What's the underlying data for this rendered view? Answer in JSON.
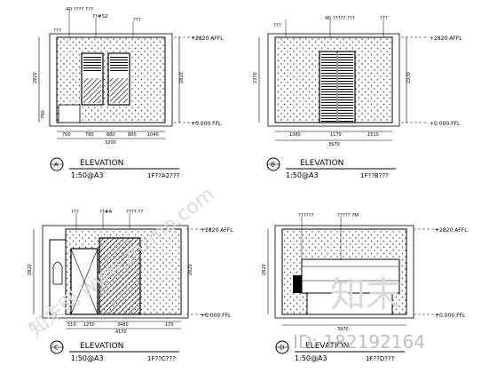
{
  "panels": [
    {
      "marker": "A",
      "title": "ELEVATION",
      "scale": "1:50@A3",
      "ref": "1F??A2???",
      "levels": [
        "+2820 AFFL",
        "+0.000 FFL"
      ],
      "dims": [
        "700",
        "780",
        "880",
        "800",
        "1040",
        "3200"
      ],
      "v_dims": [
        "2820",
        "2820",
        "790"
      ],
      "callouts": [
        "40 ???? ???",
        "??#S2",
        "???",
        "???"
      ]
    },
    {
      "marker": "B",
      "title": "ELEVATION",
      "scale": "1:50@A3",
      "ref": "1F??B???",
      "levels": [
        "+2820 AFFL",
        "+0.000 FFL"
      ],
      "dims": [
        "1360",
        "1170",
        "1510",
        "3970"
      ],
      "v_dims": [
        "2370",
        "2370"
      ],
      "callouts": [
        "40 ????? ???",
        "???",
        "???"
      ]
    },
    {
      "marker": "C",
      "title": "ELEVATION",
      "scale": "1:50@A3",
      "ref": "1F??C???",
      "levels": [
        "+2820 AFFL",
        "+0.000 FFL"
      ],
      "dims": [
        "510",
        "1250",
        "3480",
        "170",
        "4170"
      ],
      "v_dims": [
        "2820",
        "2820"
      ],
      "callouts": [
        "???",
        "??#A",
        "???? ??"
      ]
    },
    {
      "marker": "D",
      "title": "ELEVATION",
      "scale": "1:50@A3",
      "ref": "1F??D???",
      "levels": [
        "+2820 AFFL",
        "+0.000 FFL"
      ],
      "dims": [
        "3970"
      ],
      "v_dims": [
        "2820"
      ],
      "callouts": [
        "??????",
        "????? ?M"
      ]
    }
  ],
  "watermark": {
    "diagonal": "知末网 www.znzmo.com",
    "logo": "知末",
    "id_label": "ID: 182192164"
  }
}
